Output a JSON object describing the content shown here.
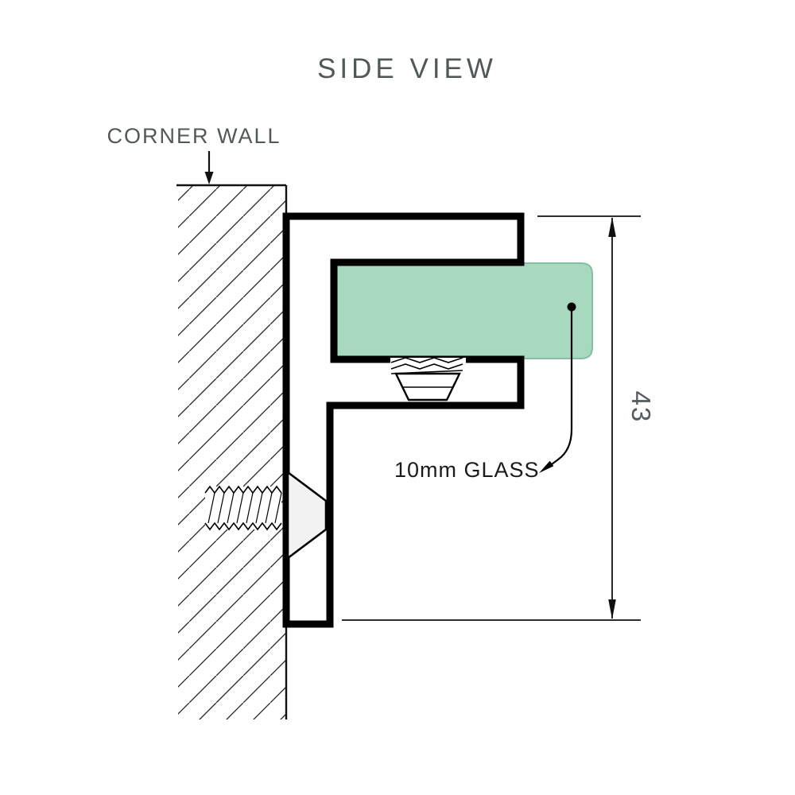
{
  "diagram": {
    "title": "SIDE VIEW",
    "labels": {
      "wall": "CORNER WALL",
      "glass": "10mm GLASS",
      "dimension": "43"
    },
    "colors": {
      "heading_text": "#515859",
      "dark_text": "#1b1b1b",
      "dimension_text": "#545b5c",
      "outline": "#000000",
      "glass_fill": "#a6d9bd",
      "metal_light": "#f0f0f0",
      "metal_mid": "#bdbdbd",
      "metal_dark": "#7f7f7f",
      "screw_face": "#f2f2f2"
    }
  }
}
